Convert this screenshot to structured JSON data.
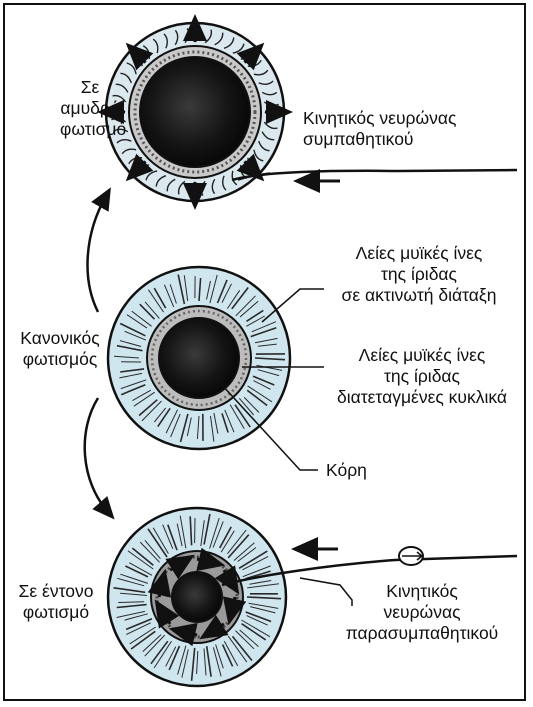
{
  "colors": {
    "iris_fill": "#cfe6ee",
    "line": "#111111",
    "pupil": "#121212"
  },
  "labels": {
    "dim_light": [
      "Σε",
      "αμυδρό",
      "φωτισμό"
    ],
    "sympathetic_neuron": [
      "Κινητικός νευρώνας",
      "συμπαθητικού"
    ],
    "radial_muscle": [
      "Λείες μυϊκές ίνες",
      "της ίριδας",
      "σε ακτινωτή διάταξη"
    ],
    "normal_light": [
      "Κανονικός",
      "φωτισμός"
    ],
    "circular_muscle": [
      "Λείες μυϊκές ίνες",
      "της ίριδας",
      "διατεταγμένες κυκλικά"
    ],
    "pupil": [
      "Κόρη"
    ],
    "bright_light": [
      "Σε έντονο",
      "φωτισμό"
    ],
    "parasympathetic_neuron": [
      "Κινητικός",
      "νευρώνας",
      "παρασυμπαθητικού"
    ]
  }
}
